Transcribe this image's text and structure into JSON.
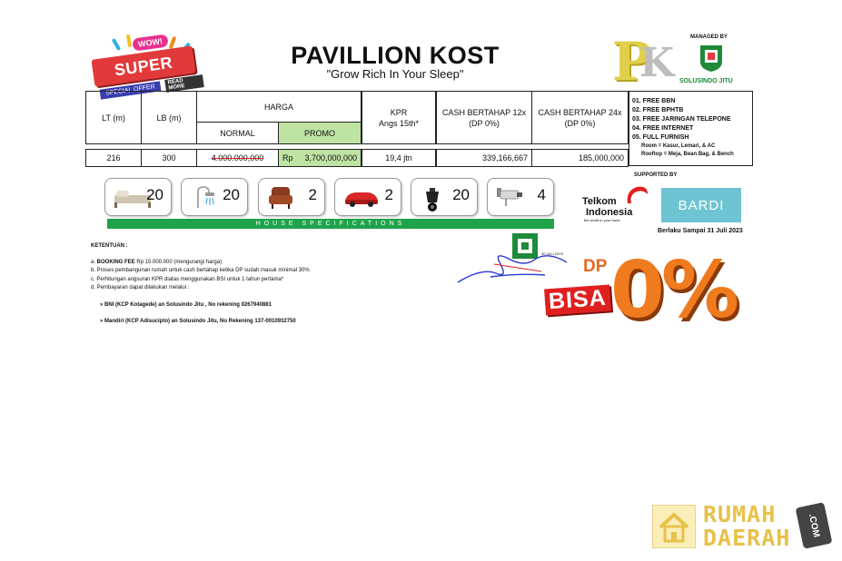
{
  "badge": {
    "wow": "WOW!",
    "super_sale": "SUPER SALE",
    "read_more": "READ MORE",
    "special_offer": "SPECIAL OFFER"
  },
  "header": {
    "title": "PAVILLION KOST",
    "tagline": "\"Grow Rich In Your Sleep\"",
    "managed_by": "MANAGED BY",
    "manager_name": "SOLUSINDO JITU"
  },
  "table": {
    "headers": {
      "lt": "LT (m)",
      "lb": "LB (m)",
      "harga": "HARGA",
      "normal": "NORMAL",
      "promo": "PROMO",
      "kpr": "KPR\nAngs 15th*",
      "cash12": "CASH BERTAHAP 12x\n(DP 0%)",
      "cash24": "CASH BERTAHAP 24x\n(DP 0%)"
    },
    "row": {
      "lt": "216",
      "lb": "300",
      "normal": "4.000.000,000",
      "promo_prefix": "Rp",
      "promo": "3,700,000,000",
      "kpr": "19,4 jtn",
      "cash12": "339,166,667",
      "cash24": "185,000,000"
    }
  },
  "benefits": {
    "items": [
      "01. FREE  BBN",
      "02. FREE  BPHTB",
      "03. FREE  JARINGAN TELEPONE",
      "04. FREE  INTERNET",
      "05. FULL  FURNISH"
    ],
    "room": "Room       = Kasur, Lemari, & AC",
    "rooftop": "Rooftop = Meja, Bean Bag, & Bench"
  },
  "specs": {
    "items": [
      {
        "icon": "bed-icon",
        "count": "20"
      },
      {
        "icon": "shower-icon",
        "count": "20"
      },
      {
        "icon": "armchair-icon",
        "count": "2"
      },
      {
        "icon": "car-icon",
        "count": "2"
      },
      {
        "icon": "motorcycle-icon",
        "count": "20"
      },
      {
        "icon": "cctv-icon",
        "count": "4"
      }
    ],
    "bar_label": "HOUSE SPECIFICATIONS"
  },
  "support": {
    "label": "SUPPORTED BY",
    "telkom_1": "Telkom",
    "telkom_2": "Indonesia",
    "telkom_3": "the world in your hand",
    "bardi": "BARDI",
    "valid_until": "Berlaku Sampai 31 Juli 2023"
  },
  "terms": {
    "title": "KETENTUAN :",
    "a_bold": "BOOKING FEE",
    "a_rest": " Rp 15.000.000 (mengurangi harga)",
    "a_prefix": "a. ",
    "b": "b. Proses pembangunan rumah untuk cash bertahap ketika DP sudah masuk minimal 30%",
    "c": "c. Perhitungan angsuran KPR diatas menggunakan BSI untuk 1 tahun pertama*",
    "d": "d. Pembayaran dapat dilakukan melalui :",
    "bank1": "» BNI (KCP Kotagede) an Solusindo Jitu , No rekening  0267940881",
    "bank2": "» Mandiri (KCP Adisucipto) an Solusindo Jitu, No Rekening 137-0010932750"
  },
  "stamp": {
    "date": "30 JULI 2023"
  },
  "promo_dp": {
    "dp": "DP",
    "bisa": "BISA",
    "zero": "0%"
  },
  "watermark": {
    "line1": "RUMAH",
    "line2": "DAERAH",
    "com": ".COM"
  }
}
